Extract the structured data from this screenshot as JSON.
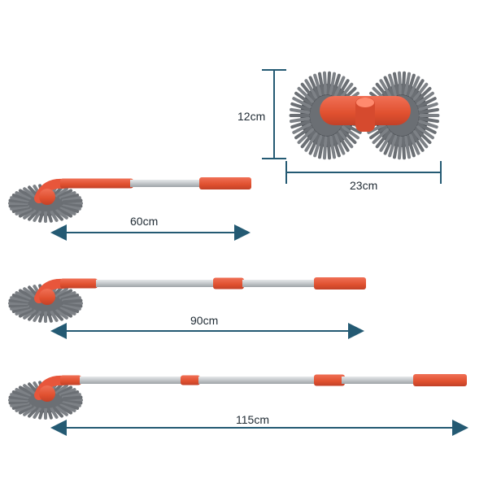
{
  "colors": {
    "handle_orange": "#e8563b",
    "handle_orange_dark": "#c9432b",
    "pole_steel": "#cfd3d6",
    "pole_steel_dark": "#9aa0a4",
    "chenille_gray": "#6b6f74",
    "chenille_dark": "#4d5156",
    "dimension_line": "#245a73"
  },
  "dimensions": {
    "head_height": "12cm",
    "head_width": "23cm",
    "length_short": "60cm",
    "length_medium": "90cm",
    "length_long": "115cm"
  },
  "icons": [
    "chenille-mop-head-icon",
    "telescopic-pole-icon",
    "dimension-arrow-icon"
  ]
}
